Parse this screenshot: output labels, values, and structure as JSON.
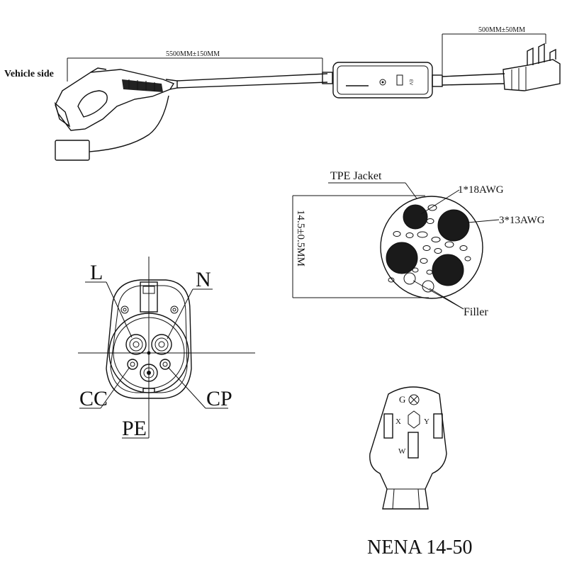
{
  "top_assembly": {
    "vehicle_side_label": "Vehicle side",
    "cable_length_label": "5500MM±150MM",
    "plug_cable_length_label": "500MM±50MM",
    "control_box_text": "EV"
  },
  "cable_section": {
    "jacket_label": "TPE Jacket",
    "signal_wire_label": "1*18AWG",
    "power_wire_label": "3*13AWG",
    "filler_label": "Filler",
    "diameter_label": "14.5±0.5MM"
  },
  "connector_face": {
    "pin_labels": {
      "L": "L",
      "N": "N",
      "CC": "CC",
      "CP": "CP",
      "PE": "PE"
    }
  },
  "plug_face": {
    "pin_labels": {
      "G": "G",
      "X": "X",
      "Y": "Y",
      "W": "W"
    },
    "title": "NENA 14-50"
  },
  "colors": {
    "line": "#111111",
    "background": "#ffffff"
  }
}
